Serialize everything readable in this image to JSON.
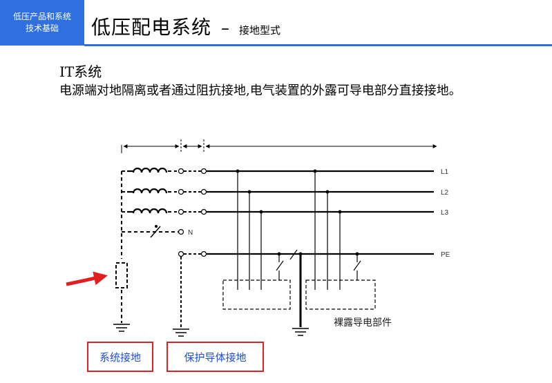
{
  "header": {
    "badge_line1": "低压产品和系统",
    "badge_line2": "技术基础",
    "title": "低压配电系统",
    "dash": "–",
    "subtitle": "接地型式"
  },
  "section": {
    "heading": "IT系统",
    "description": "电源端对地隔离或者通过阻抗接地,电气装置的外露可导电部分直接接地。"
  },
  "diagram": {
    "conductors": [
      "L1",
      "L2",
      "L3",
      "PE"
    ],
    "neutral_label": "N",
    "exposed_parts_label": "裸露导电部件",
    "colors": {
      "line": "#000000",
      "arrow": "#e02020",
      "box_border": "#e02020",
      "box_text": "#1f4fd0"
    }
  },
  "callouts": {
    "system_earthing": "系统接地",
    "protective_earthing": "保护导体接地"
  }
}
